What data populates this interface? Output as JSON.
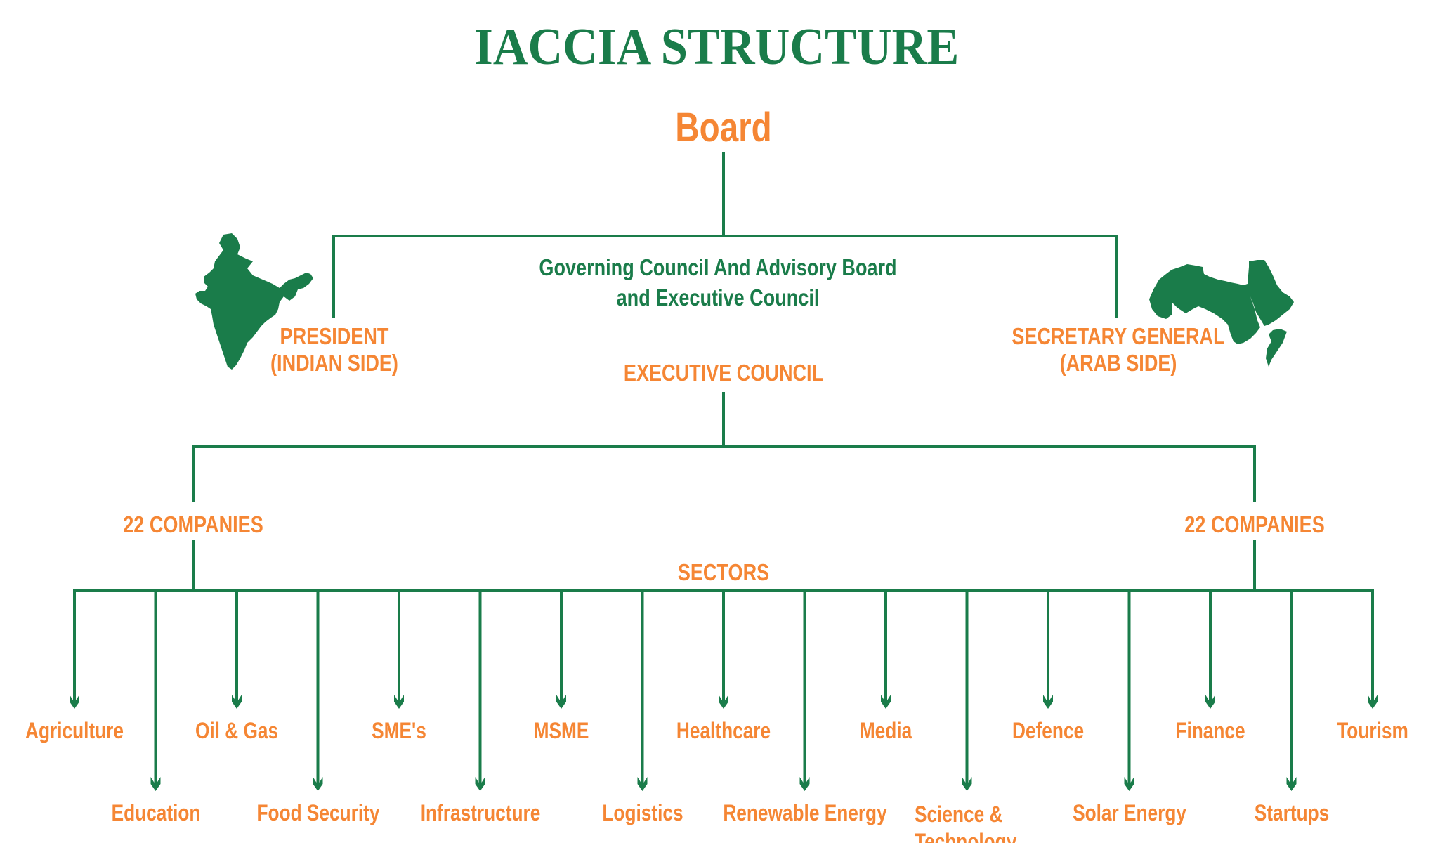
{
  "title": "IACCIA STRUCTURE",
  "board": "Board",
  "governing": {
    "line1": "Governing Council And Advisory Board",
    "line2": "and Executive Council"
  },
  "president": {
    "line1": "PRESIDENT",
    "line2": "(INDIAN SIDE)",
    "map_icon": "india-map-icon"
  },
  "secretary": {
    "line1": "SECRETARY GENERAL",
    "line2": "(ARAB SIDE)",
    "map_icon": "arab-world-map-icon"
  },
  "executive_council": "EXECUTIVE COUNCIL",
  "companies_left": "22 COMPANIES",
  "companies_right": "22 COMPANIES",
  "sectors_label": "SECTORS",
  "sectors": [
    {
      "label": "Agriculture",
      "row": 1
    },
    {
      "label": "Education",
      "row": 2
    },
    {
      "label": "Oil & Gas",
      "row": 1
    },
    {
      "label": "Food Security",
      "row": 2
    },
    {
      "label": "SME's",
      "row": 1
    },
    {
      "label": "Infrastructure",
      "row": 2
    },
    {
      "label": "MSME",
      "row": 1
    },
    {
      "label": "Logistics",
      "row": 2
    },
    {
      "label": "Healthcare",
      "row": 1
    },
    {
      "label": "Renewable Energy",
      "row": 2
    },
    {
      "label": "Media",
      "row": 1
    },
    {
      "label": "Science &\nTechnology",
      "row": 2
    },
    {
      "label": "Defence",
      "row": 1
    },
    {
      "label": "Solar Energy",
      "row": 2
    },
    {
      "label": "Finance",
      "row": 1
    },
    {
      "label": "Startups",
      "row": 2
    },
    {
      "label": "Tourism",
      "row": 1
    }
  ],
  "colors": {
    "green": "#1a7c4a",
    "orange": "#f58634",
    "background": "#ffffff"
  }
}
